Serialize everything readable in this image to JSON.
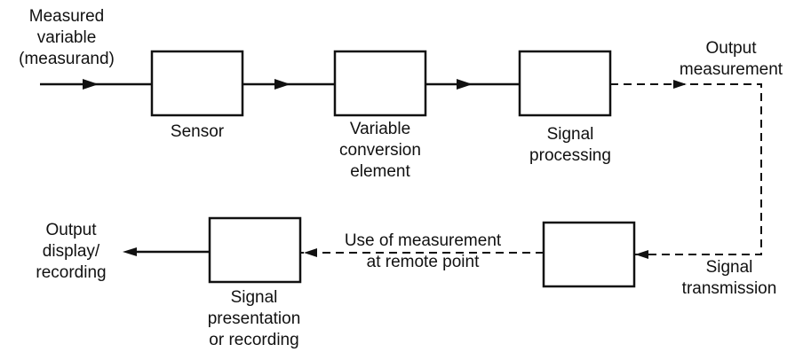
{
  "diagram": {
    "input": {
      "lines": [
        "Measured",
        "variable",
        "(measurand)"
      ]
    },
    "sensor": {
      "lines": [
        "Sensor"
      ]
    },
    "conversion": {
      "lines": [
        "Variable",
        "conversion",
        "element"
      ]
    },
    "processing": {
      "lines": [
        "Signal",
        "processing"
      ]
    },
    "output_measurement": {
      "lines": [
        "Output",
        "measurement"
      ]
    },
    "transmission": {
      "lines": [
        "Signal",
        "transmission"
      ]
    },
    "remote_use": {
      "lines": [
        "Use of measurement",
        "at remote point"
      ]
    },
    "presentation": {
      "lines": [
        "Signal",
        "presentation",
        "or recording"
      ]
    },
    "output_display": {
      "lines": [
        "Output",
        "display/",
        "recording"
      ]
    }
  },
  "colors": {
    "ink": "#111111",
    "background": "#ffffff"
  }
}
